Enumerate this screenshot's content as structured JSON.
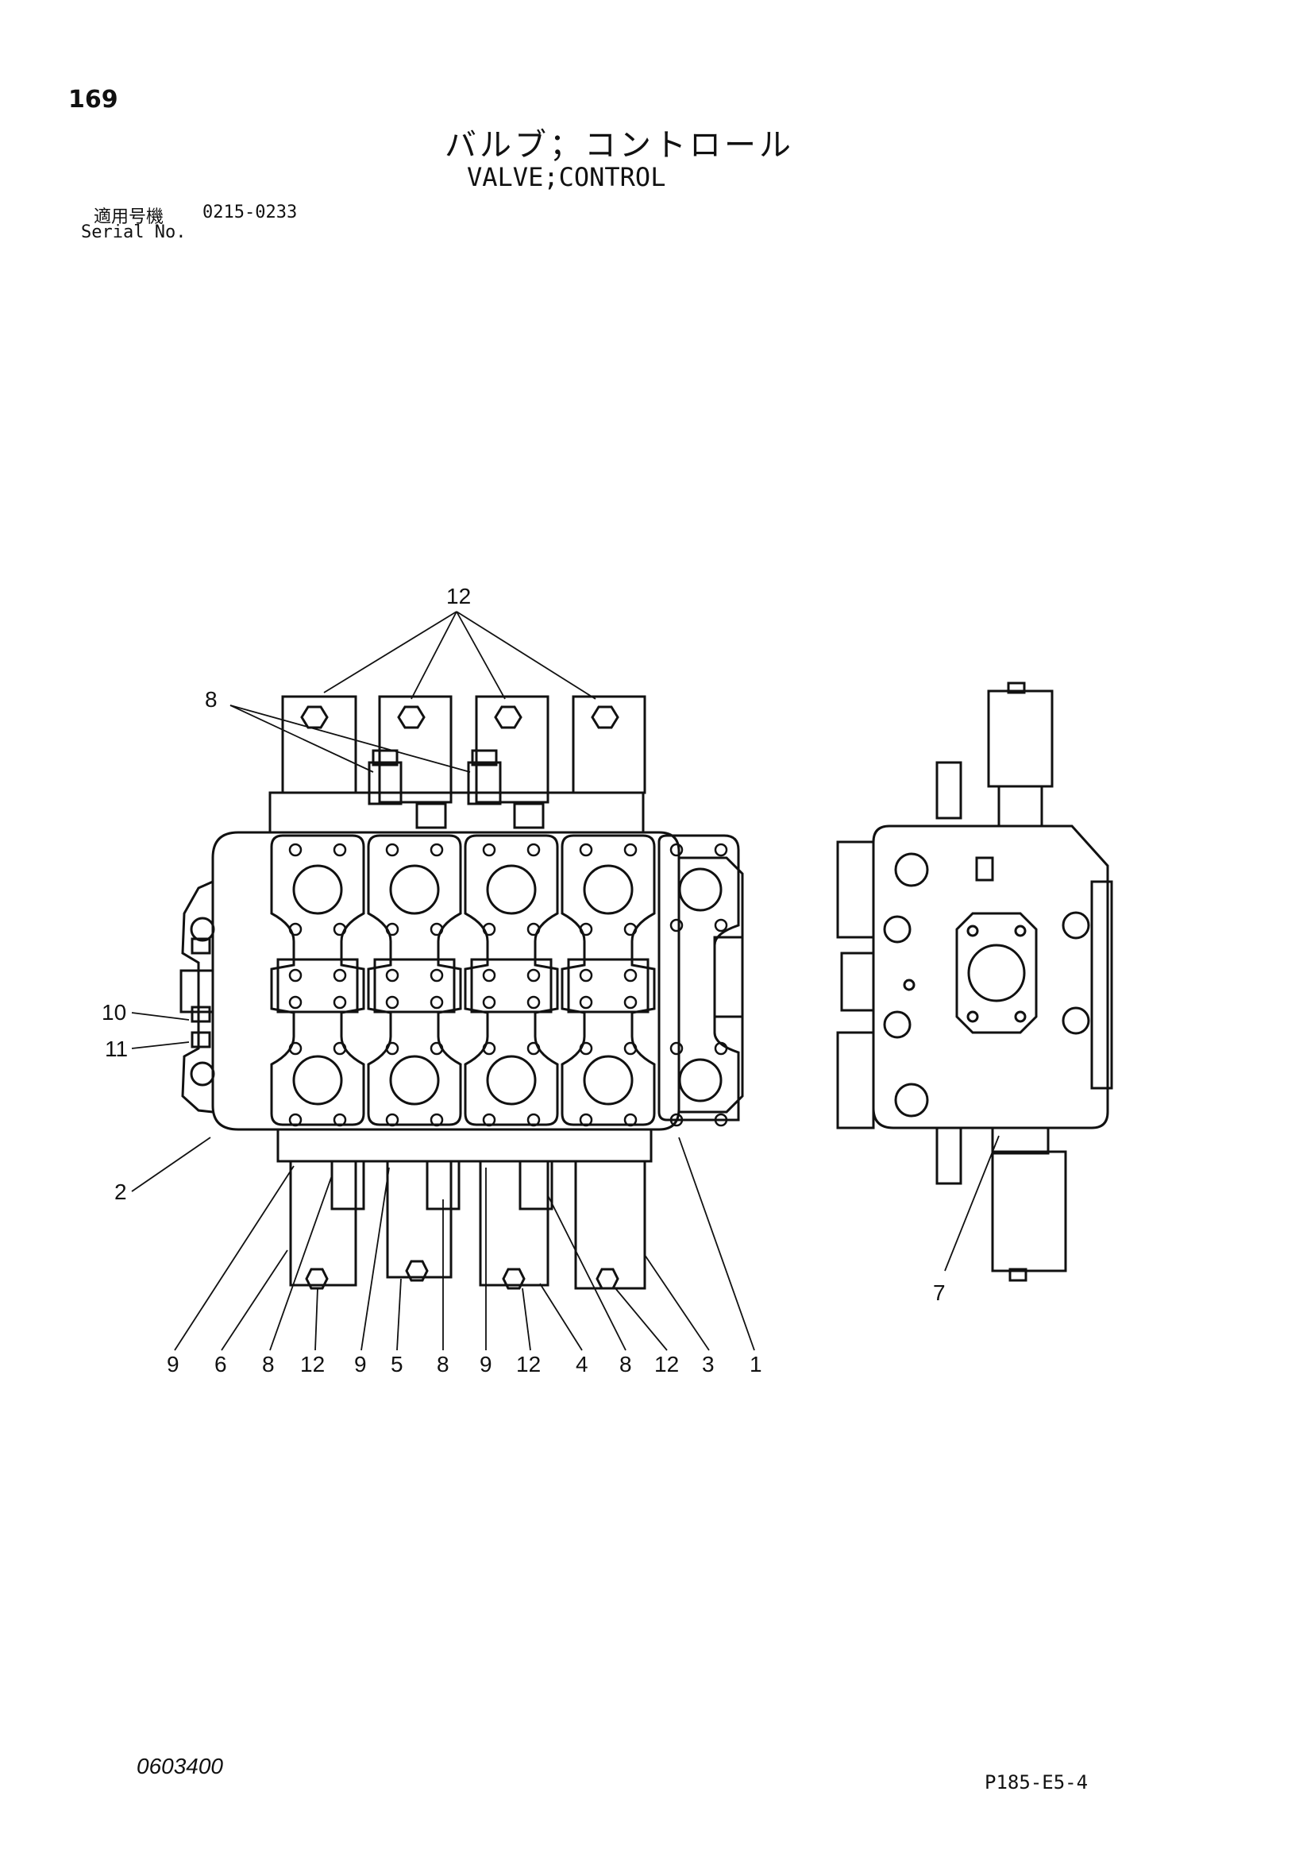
{
  "page_number": "169",
  "title_ja": "バルブ；コントロール",
  "title_en": "VALVE;CONTROL",
  "serial_label_ja": "適用号機",
  "serial_range": "0215-0233",
  "serial_label_en": "Serial No.",
  "doc_code": "0603400",
  "page_ref": "P185-E5-4",
  "callouts": {
    "c12_top": "12",
    "c8_top": "8",
    "c10": "10",
    "c11": "11",
    "c2": "2",
    "c7": "7",
    "bottom": [
      "9",
      "6",
      "8",
      "12",
      "9",
      "5",
      "8",
      "9",
      "12",
      "4",
      "8",
      "12",
      "3",
      "1"
    ]
  }
}
